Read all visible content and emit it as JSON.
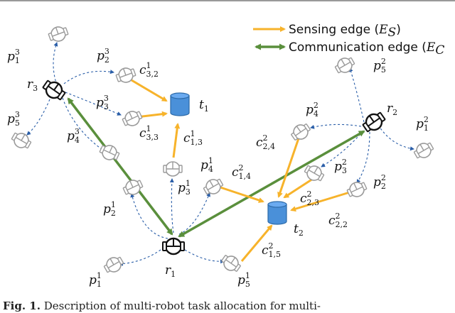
{
  "legend": {
    "sensing_label": "Sensing edge (",
    "sensing_symbol": "E",
    "sensing_sub": "S",
    "sensing_close": ")",
    "communication_label": "Communication edge (",
    "communication_symbol": "E",
    "communication_sub": "C"
  },
  "colors": {
    "sensing": "#f7b32b",
    "communication": "#5a8f3c",
    "task": "#4a90d9",
    "robot_gray": "#9a9a9a",
    "robot_black": "#111111",
    "dashed": "#2a5ea8"
  },
  "nodes": {
    "r1": {
      "base": "r",
      "sub": "1"
    },
    "r2": {
      "base": "r",
      "sub": "2"
    },
    "r3": {
      "base": "r",
      "sub": "3"
    },
    "t1": {
      "base": "t",
      "sub": "1"
    },
    "t2": {
      "base": "t",
      "sub": "2"
    },
    "p1_3": {
      "base": "p",
      "sub": "1",
      "sup": "3"
    },
    "p2_3": {
      "base": "p",
      "sub": "2",
      "sup": "3"
    },
    "p3_3": {
      "base": "p",
      "sub": "3",
      "sup": "3"
    },
    "p4_3": {
      "base": "p",
      "sub": "4",
      "sup": "3"
    },
    "p5_3": {
      "base": "p",
      "sub": "5",
      "sup": "3"
    },
    "p1_1": {
      "base": "p",
      "sub": "1",
      "sup": "1"
    },
    "p2_1": {
      "base": "p",
      "sub": "2",
      "sup": "1"
    },
    "p3_1": {
      "base": "p",
      "sub": "3",
      "sup": "1"
    },
    "p4_1": {
      "base": "p",
      "sub": "4",
      "sup": "1"
    },
    "p5_1": {
      "base": "p",
      "sub": "5",
      "sup": "1"
    },
    "p1_2": {
      "base": "p",
      "sub": "1",
      "sup": "2"
    },
    "p2_2": {
      "base": "p",
      "sub": "2",
      "sup": "2"
    },
    "p3_2": {
      "base": "p",
      "sub": "3",
      "sup": "2"
    },
    "p4_2": {
      "base": "p",
      "sub": "4",
      "sup": "2"
    },
    "p5_2": {
      "base": "p",
      "sub": "5",
      "sup": "2"
    }
  },
  "edges": {
    "c32": {
      "base": "c",
      "sub": "3,2",
      "sup": "1"
    },
    "c33": {
      "base": "c",
      "sub": "3,3",
      "sup": "1"
    },
    "c13": {
      "base": "c",
      "sub": "1,3",
      "sup": "1"
    },
    "c14": {
      "base": "c",
      "sub": "1,4",
      "sup": "2"
    },
    "c24": {
      "base": "c",
      "sub": "2,4",
      "sup": "2"
    },
    "c23": {
      "base": "c",
      "sub": "2,3",
      "sup": "2"
    },
    "c22": {
      "base": "c",
      "sub": "2,2",
      "sup": "2"
    },
    "c15": {
      "base": "c",
      "sub": "1,5",
      "sup": "2"
    }
  },
  "caption": {
    "bold": "Fig. 1.",
    "text": " Description of multi-robot task allocation for multi-"
  }
}
